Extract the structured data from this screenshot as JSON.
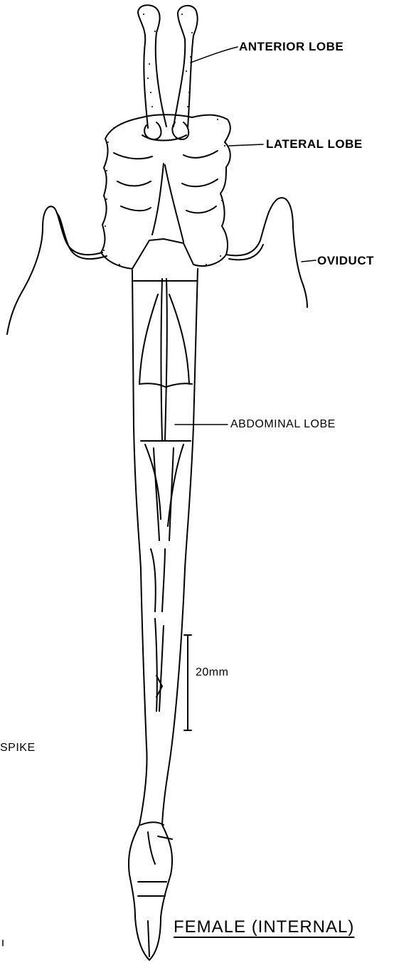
{
  "figure": {
    "labels": {
      "anterior_lobe": "ANTERIOR LOBE",
      "lateral_lobe": "LATERAL LOBE",
      "oviduct": "OVIDUCT",
      "abdominal_lobe": "ABDOMINAL LOBE",
      "spike": "SPIKE"
    },
    "scale_bar": "20mm",
    "caption": "FEMALE (INTERNAL)"
  },
  "colors": {
    "ink": "#000000",
    "paper": "#ffffff"
  }
}
